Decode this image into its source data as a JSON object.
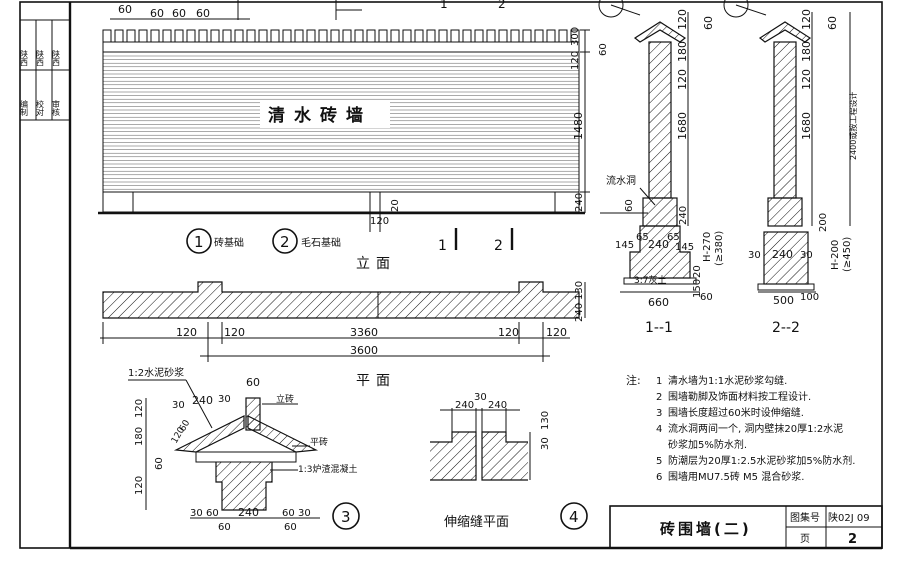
{
  "stamp": [
    "编制",
    "校对",
    "审核",
    "陕西",
    "陕西",
    "陕西"
  ],
  "elevation": {
    "top_dims": [
      "60",
      "60",
      "60",
      "60"
    ],
    "right_dims": [
      "120",
      "300",
      "60",
      "1480",
      "240"
    ],
    "small_dims": [
      "120",
      "20"
    ],
    "wall_label": "清水砖墙",
    "cut_marks": [
      "1",
      "2"
    ],
    "foundation_1_num": "1",
    "foundation_1_label": "砖基础",
    "foundation_2_num": "2",
    "foundation_2_label": "毛石基础",
    "title": "立面"
  },
  "plan": {
    "dims_top": [
      "120",
      "120",
      "3360",
      "120",
      "120"
    ],
    "dim_total": "3600",
    "right_dims": [
      "130",
      "240"
    ],
    "title": "平面"
  },
  "section_1": {
    "top_dims": [
      "120",
      "180",
      "120",
      "60"
    ],
    "mid_dim": "1680",
    "label": "流水洞",
    "side_dims": [
      "60",
      "240"
    ],
    "bottom_dims": [
      "145",
      "65",
      "240",
      "65",
      "145"
    ],
    "right_dims": [
      "H-270",
      "(≥380)",
      "20",
      "150"
    ],
    "base_label": "3:7灰土",
    "foot_dims": [
      "660",
      "60"
    ],
    "title": "1--1"
  },
  "section_2": {
    "top_dims": [
      "120",
      "180",
      "120",
      "60"
    ],
    "mid_dim": "1680",
    "note": "2400或按工程设计",
    "bottom_dims": [
      "30",
      "240",
      "30"
    ],
    "right_dims": [
      "H-200",
      "(≥450)",
      "200"
    ],
    "foot_dims": [
      "500",
      "100"
    ],
    "title": "2--2"
  },
  "detail_3": {
    "label_top": "1:2水泥砂浆",
    "label_li": "立砖",
    "label_ping": "平砖",
    "label_base": "1:3炉渣混凝土",
    "left_dims": [
      "120",
      "180",
      "60",
      "120"
    ],
    "top_dims": [
      "60",
      "30",
      "240",
      "30"
    ],
    "diag_dims": [
      "120",
      "60"
    ],
    "bottom_dims": [
      "30",
      "60",
      "240",
      "60",
      "30",
      "60",
      "60"
    ],
    "num": "3"
  },
  "detail_4": {
    "top_dims": [
      "240",
      "30",
      "240"
    ],
    "right_dims": [
      "130",
      "30"
    ],
    "title": "伸缩缝平面",
    "num": "4"
  },
  "notes": {
    "heading": "注:",
    "items": [
      {
        "n": "1",
        "text": "清水墙为1:1水泥砂浆勾缝."
      },
      {
        "n": "2",
        "text": "围墙勒脚及饰面材料按工程设计."
      },
      {
        "n": "3",
        "text": "围墙长度超过60米时设伸缩缝."
      },
      {
        "n": "4",
        "text": "流水洞两间一个, 洞内壁抹20厚1:2水泥"
      },
      {
        "n": "",
        "text": "砂浆加5%防水剂."
      },
      {
        "n": "5",
        "text": "防潮层为20厚1:2.5水泥砂浆加5%防水剂."
      },
      {
        "n": "6",
        "text": "围墙用MU7.5砖 M5 混合砂浆."
      }
    ]
  },
  "title_block": {
    "title": "砖围墙(二)",
    "atlas_label": "图集号",
    "atlas_value": "陕02J 09",
    "page_label": "页",
    "page_value": "2"
  }
}
